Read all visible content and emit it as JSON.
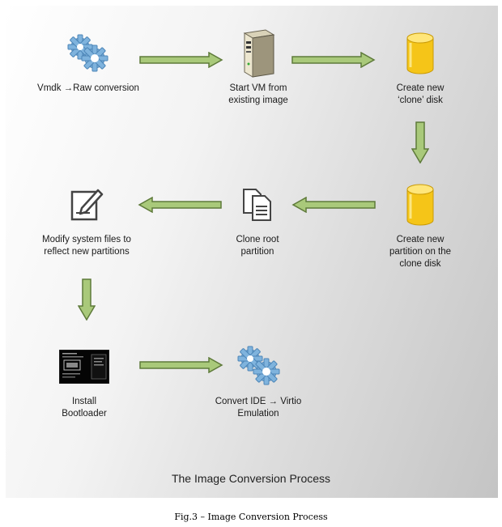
{
  "diagram": {
    "title": "The Image Conversion Process",
    "caption": "Fig.3 – Image Conversion Process",
    "steps": [
      {
        "label": "Vmdk →Raw conversion",
        "icon": "gears-icon"
      },
      {
        "label": "Start VM from\nexisting image",
        "icon": "server-icon"
      },
      {
        "label": "Create new\n‘clone’ disk",
        "icon": "database-icon"
      },
      {
        "label": "Create new\npartition on the\nclone disk",
        "icon": "database-icon"
      },
      {
        "label": "Clone root\npartition",
        "icon": "copy-documents-icon"
      },
      {
        "label": "Modify system files to\nreflect new partitions",
        "icon": "edit-document-icon"
      },
      {
        "label": "Install\nBootloader",
        "icon": "terminal-screenshot-icon"
      },
      {
        "label": "Convert IDE → Virtio\nEmulation",
        "icon": "gears-icon"
      }
    ],
    "colors": {
      "arrow_fill": "#a9c97a",
      "arrow_stroke": "#5e7a3a",
      "gear": "#7fb3dd",
      "database": "#f5c518"
    }
  }
}
